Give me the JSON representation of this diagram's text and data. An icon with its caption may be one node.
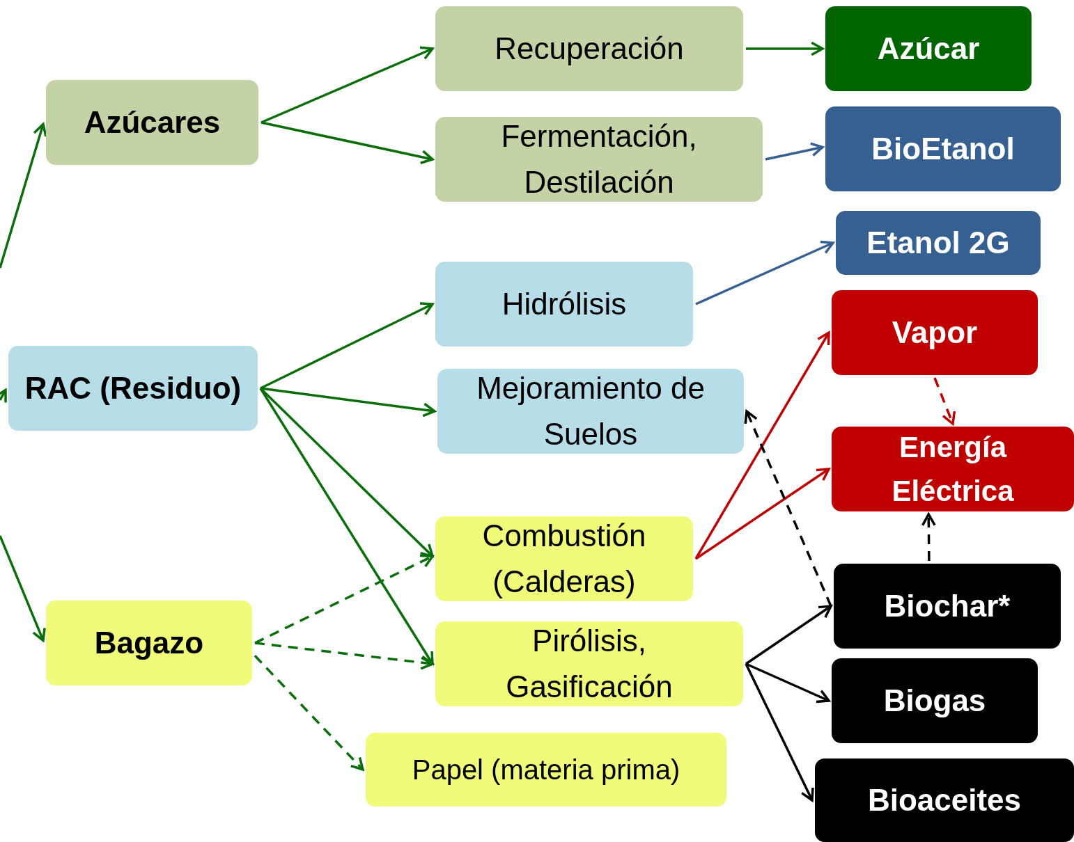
{
  "diagram": {
    "nodes": [
      {
        "text": [
          "Azúcares"
        ]
      },
      {
        "text": [
          "RAC (Residuo)"
        ]
      },
      {
        "text": [
          "Bagazo"
        ]
      },
      {
        "text": [
          "Recuperación"
        ]
      },
      {
        "text": [
          "Fermentación, Destilación"
        ]
      },
      {
        "text": [
          "Hidrólisis"
        ]
      },
      {
        "text": [
          "Mejoramiento de Suelos"
        ]
      },
      {
        "text": [
          "Combustión (Calderas)"
        ]
      },
      {
        "text": [
          "Pirólisis, Gasificación"
        ]
      },
      {
        "text": [
          "Papel (materia prima)"
        ]
      },
      {
        "text": [
          "Azúcar"
        ]
      },
      {
        "text": [
          "BioEtanol"
        ]
      },
      {
        "text": [
          "Etanol 2G"
        ]
      },
      {
        "text": [
          "Vapor"
        ]
      },
      {
        "text": [
          "Energía Eléctrica"
        ]
      },
      {
        "text": [
          "Biochar*"
        ]
      },
      {
        "text": [
          "Biogas"
        ]
      },
      {
        "text": [
          "Bioaceites"
        ]
      }
    ],
    "edges": [
      {
        "from": null,
        "to": 0,
        "arrow": "to"
      },
      {
        "from": null,
        "to": 1,
        "arrow": "to"
      },
      {
        "from": null,
        "to": 2,
        "arrow": "to"
      },
      {
        "from": 0,
        "to": 3,
        "arrow": "to"
      },
      {
        "from": 0,
        "to": 4,
        "arrow": "to"
      },
      {
        "from": 1,
        "to": 5,
        "arrow": "to"
      },
      {
        "from": 1,
        "to": 6,
        "arrow": "to"
      },
      {
        "from": 1,
        "to": 7,
        "arrow": "to"
      },
      {
        "from": 1,
        "to": 8,
        "arrow": "to"
      },
      {
        "from": 2,
        "to": 7,
        "arrow": "to",
        "style": "dashed"
      },
      {
        "from": 2,
        "to": 8,
        "arrow": "to",
        "style": "dashed"
      },
      {
        "from": 2,
        "to": 9,
        "arrow": "to",
        "style": "dashed"
      },
      {
        "from": 3,
        "to": 10,
        "arrow": "to"
      },
      {
        "from": 4,
        "to": 11,
        "arrow": "to",
        "color": "#376092"
      },
      {
        "from": 5,
        "to": 12,
        "arrow": "to",
        "color": "#376092"
      },
      {
        "from": 7,
        "to": 13,
        "arrow": "to",
        "color": "#c00000"
      },
      {
        "from": 7,
        "to": 14,
        "arrow": "to",
        "color": "#c00000"
      },
      {
        "from": 13,
        "to": 14,
        "arrow": "to",
        "style": "dashed",
        "color": "#c00000"
      },
      {
        "from": 15,
        "to": 6,
        "arrow": "to",
        "style": "dashed",
        "color": "#000000"
      },
      {
        "from": 15,
        "to": 14,
        "arrow": "to",
        "style": "dashed",
        "color": "#000000"
      },
      {
        "from": 8,
        "to": 15,
        "arrow": "to",
        "color": "#000000"
      },
      {
        "from": 8,
        "to": 16,
        "arrow": "to",
        "color": "#000000"
      },
      {
        "from": 8,
        "to": 17,
        "arrow": "to",
        "color": "#000000"
      }
    ]
  }
}
